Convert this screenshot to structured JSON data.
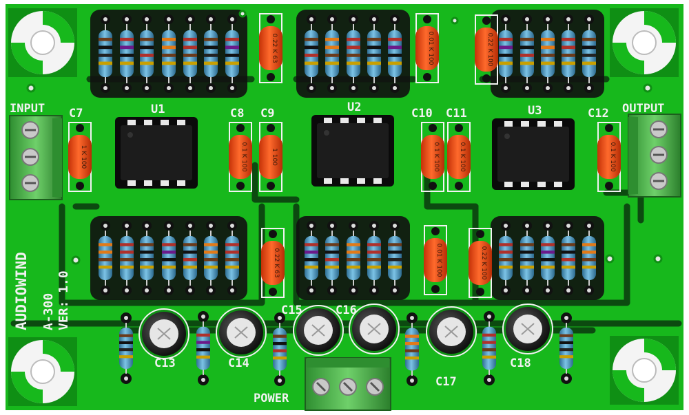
{
  "board": {
    "brand": "AUDIOWIND",
    "model": "A-300",
    "version": "VER: 1.0",
    "input_label": "INPUT",
    "output_label": "OUTPUT",
    "power_label": "POWER"
  },
  "ics": [
    {
      "ref": "U1"
    },
    {
      "ref": "U2"
    },
    {
      "ref": "U3"
    }
  ],
  "film_caps": [
    {
      "ref": "C7",
      "marking": [
        "1",
        "K",
        "100"
      ]
    },
    {
      "ref": "C8",
      "marking": [
        "0.1",
        "K",
        "100"
      ]
    },
    {
      "ref": "C9",
      "marking": [
        "1",
        "100"
      ]
    },
    {
      "ref": "C10",
      "marking": [
        "0.1",
        "K",
        "100"
      ]
    },
    {
      "ref": "C11",
      "marking": [
        "0.1",
        "K",
        "100"
      ]
    },
    {
      "ref": "C12",
      "marking": [
        "0.1",
        "K",
        "100"
      ]
    }
  ],
  "extra_film_caps": [
    {
      "marking": [
        "0.22",
        "K",
        "63"
      ]
    },
    {
      "marking": [
        "0.01",
        "K",
        "100"
      ]
    },
    {
      "marking": [
        "0.22",
        "K",
        "100"
      ]
    },
    {
      "marking": [
        "0.22",
        "K",
        "63"
      ]
    },
    {
      "marking": [
        "0.01",
        "K",
        "100"
      ]
    },
    {
      "marking": [
        "0.22",
        "K",
        "100"
      ]
    }
  ],
  "electrolytic_caps": [
    {
      "ref": "C13"
    },
    {
      "ref": "C14"
    },
    {
      "ref": "C15"
    },
    {
      "ref": "C16"
    },
    {
      "ref": "C17"
    },
    {
      "ref": "C18"
    }
  ],
  "colors": {
    "pcb": "#17b81c",
    "pcb_dark": "#0f8f14",
    "trace": "#0c4a10",
    "silkscreen": "#f2f2f2",
    "film_cap": "#ee4a12",
    "resistor_body": "#4a9fc8",
    "terminal": "#3ea83e"
  }
}
